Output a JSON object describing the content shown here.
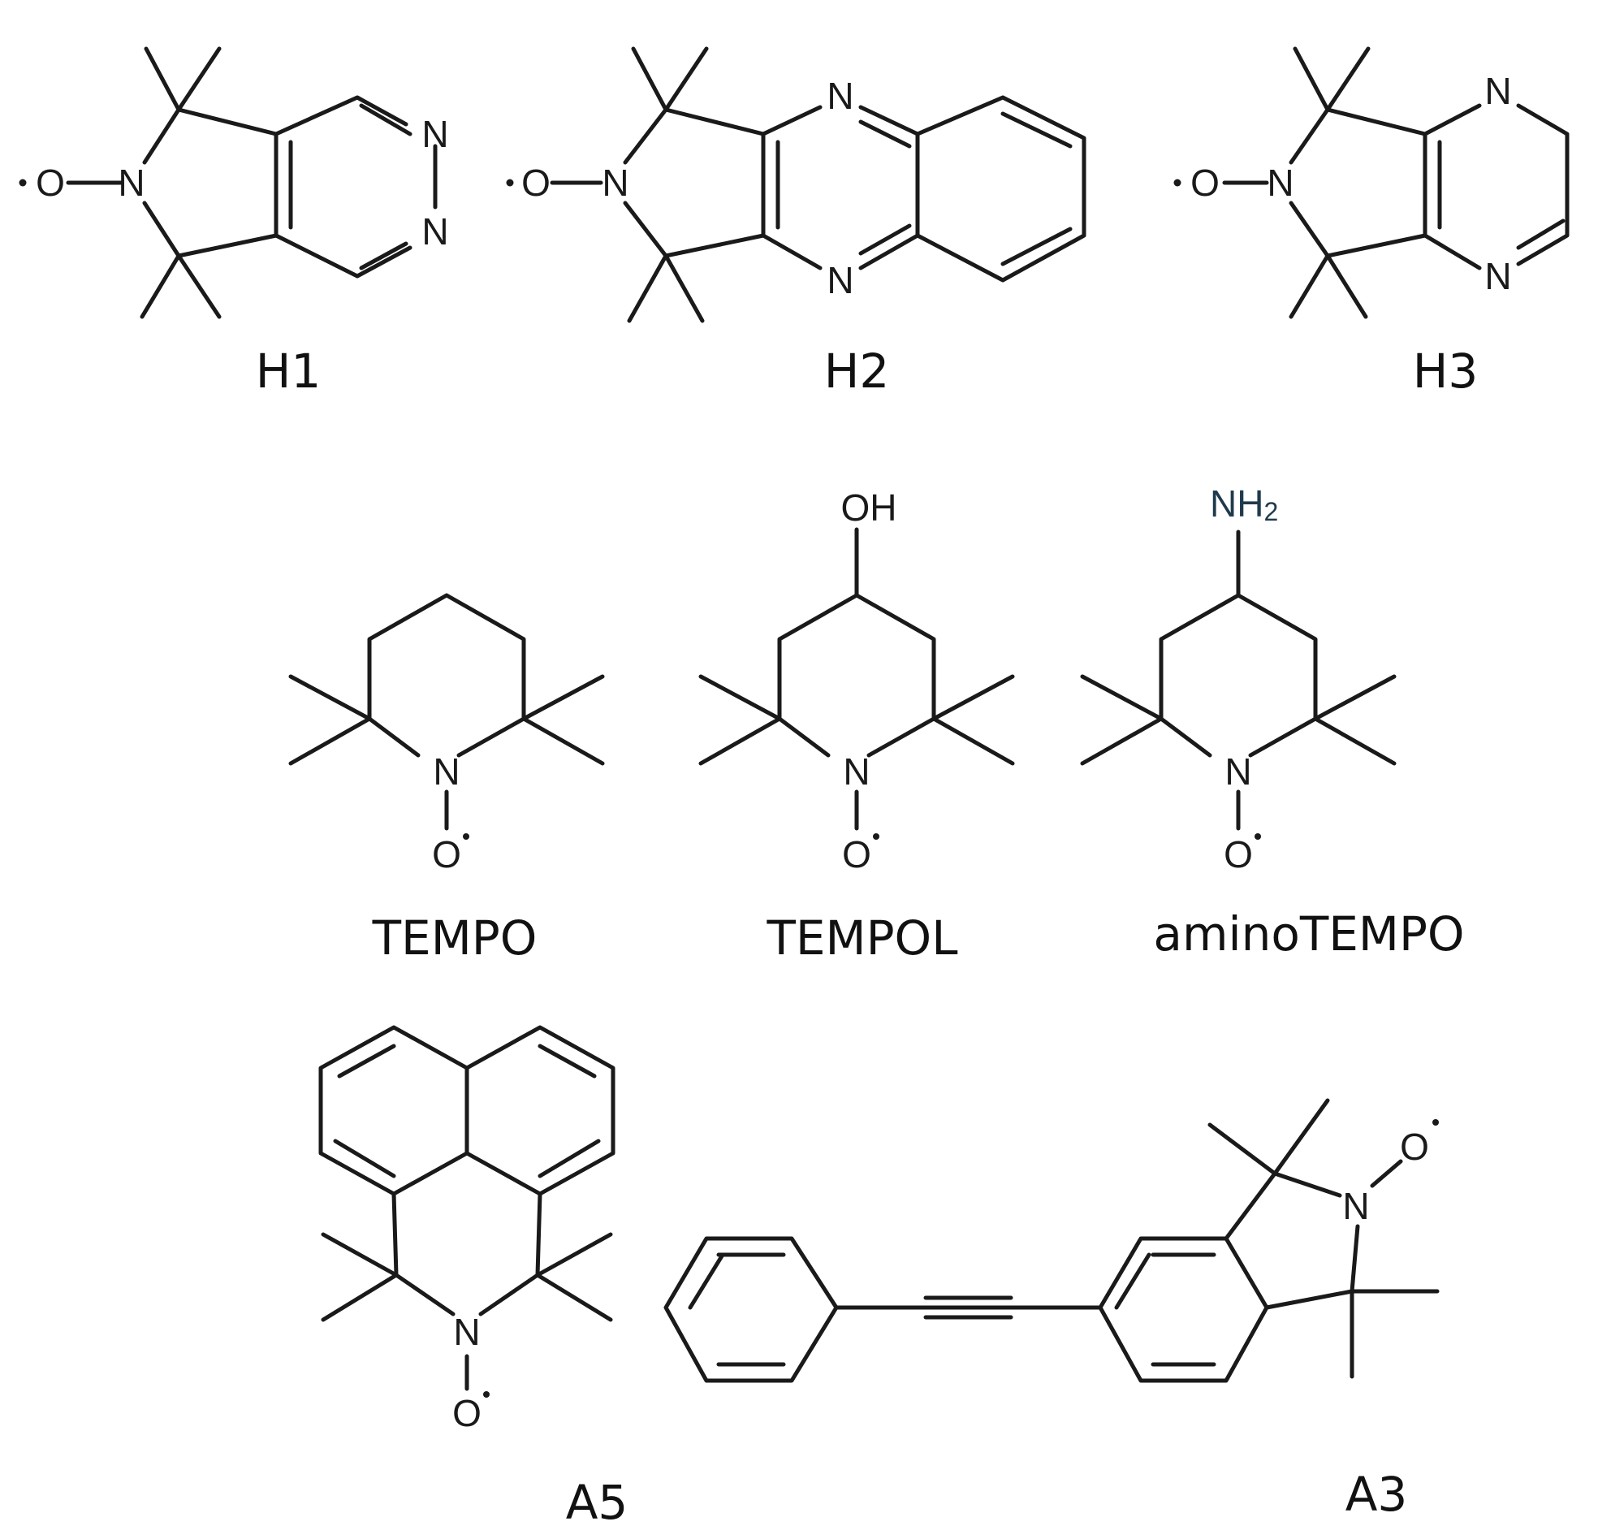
{
  "atom_labels": {
    "N": "N",
    "O": "O",
    "OH": "OH",
    "NH": "NH",
    "NH_sub": "2"
  },
  "compounds": {
    "h1": {
      "label": "H1"
    },
    "h2": {
      "label": "H2"
    },
    "h3": {
      "label": "H3"
    },
    "tempo": {
      "label": "TEMPO"
    },
    "tempol": {
      "label": "TEMPOL"
    },
    "aminotempo": {
      "label": "aminoTEMPO"
    },
    "a5": {
      "label": "A5"
    },
    "a3": {
      "label": "A3"
    }
  }
}
